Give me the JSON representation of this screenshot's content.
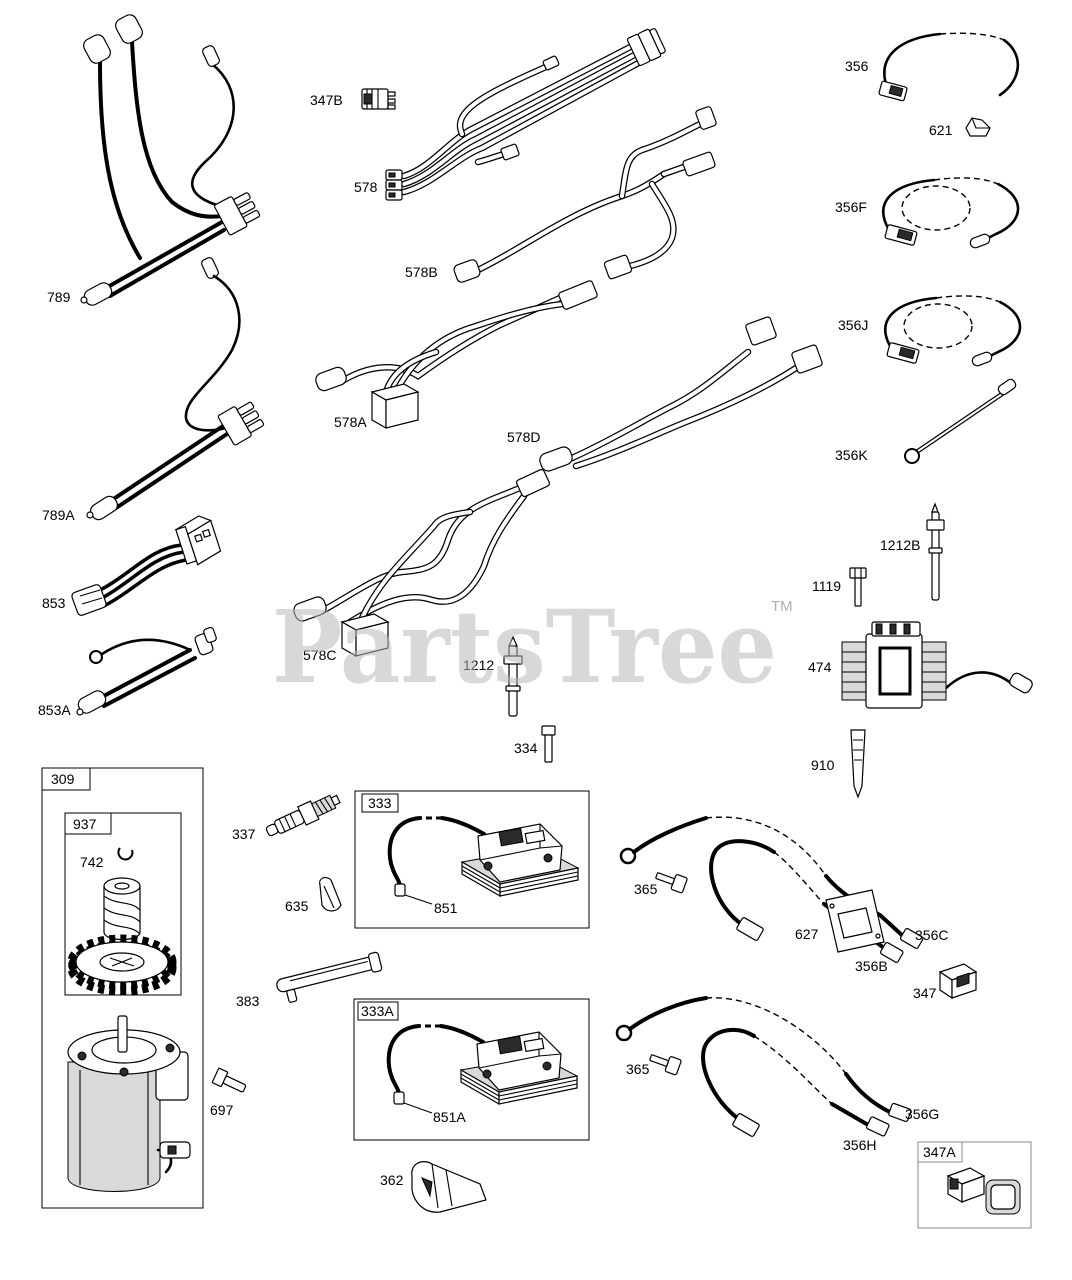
{
  "watermark": {
    "brand": "PartsTree",
    "trademark": "TM"
  },
  "labels": {
    "c789": "789",
    "c789A": "789A",
    "c853": "853",
    "c853A": "853A",
    "c347B": "347B",
    "c578": "578",
    "c578B": "578B",
    "c578A": "578A",
    "c578D": "578D",
    "c578C": "578C",
    "c356": "356",
    "c621": "621",
    "c356F": "356F",
    "c356J": "356J",
    "c356K": "356K",
    "c1212B": "1212B",
    "c1119": "1119",
    "c474": "474",
    "c1212": "1212",
    "c334": "334",
    "c910": "910",
    "c309": "309",
    "c937": "937",
    "c742": "742",
    "c337": "337",
    "c333": "333",
    "c851": "851",
    "c635": "635",
    "c383": "383",
    "c333A": "333A",
    "c851A": "851A",
    "c697": "697",
    "c362": "362",
    "c365_a": "365",
    "c627": "627",
    "c356C": "356C",
    "c356B": "356B",
    "c347": "347",
    "c365_b": "365",
    "c356G": "356G",
    "c356H": "356H",
    "c347A": "347A"
  }
}
